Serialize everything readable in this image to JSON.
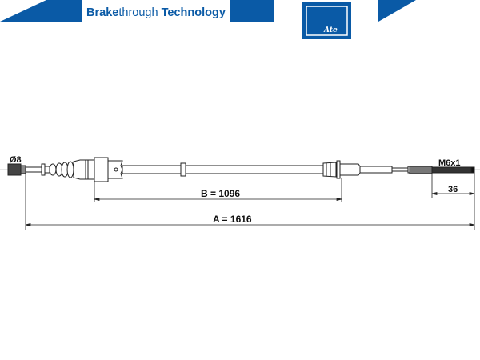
{
  "header": {
    "slogan_bold": "Brake",
    "slogan_light": "through ",
    "slogan_bold2": "Technology",
    "logo_text": "Ate",
    "brand_color": "#0a5aa6"
  },
  "drawing": {
    "diameter_label": "Ø8",
    "thread_label": "M6x1",
    "dim_thread_length": "36",
    "dim_b": "B = 1096",
    "dim_a": "A = 1616"
  }
}
